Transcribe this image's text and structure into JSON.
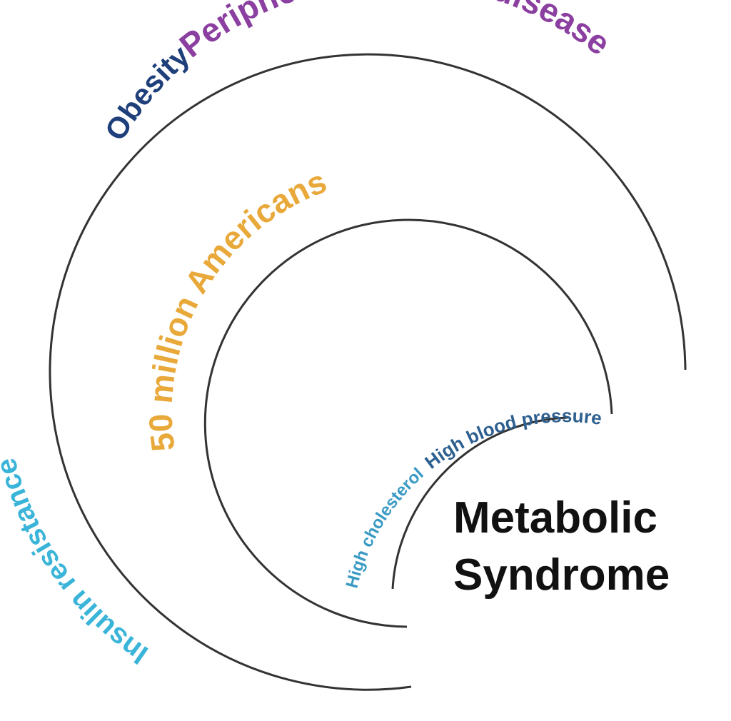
{
  "labels": {
    "peripheral_vascular_disease": "Peripheral vascular disease",
    "obesity": "Obesity",
    "insulin_resistance": "Insulin resistance",
    "fifty_million_americans": "50 million Americans",
    "high_blood_pressure": "High blood pressure",
    "high_cholesterol": "High cholesterol"
  },
  "title": {
    "line1": "Metabolic",
    "line2": "Syndrome"
  },
  "colors": {
    "peripheral_vascular_disease": "#8b3fa0",
    "obesity": "#1e3f7a",
    "insulin_resistance": "#3ab4d8",
    "fifty_million_americans": "#e9a93a",
    "high_blood_pressure": "#2d5f8f",
    "high_cholesterol": "#3a9ac4",
    "arc_lines": "#333333",
    "title": "#111111"
  }
}
